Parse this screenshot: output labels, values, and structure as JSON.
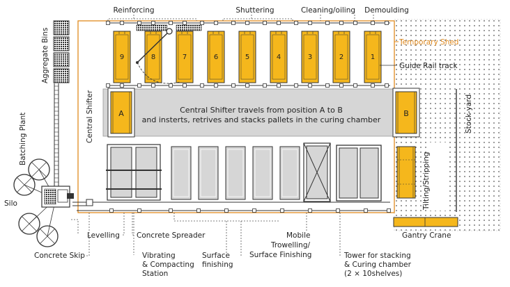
{
  "labels": {
    "reinforcing": "Reinforcing",
    "shuttering": "Shuttering",
    "cleaning": "Cleaning/oiling",
    "demoulding": "Demoulding",
    "temporary_shed": "Temporary Shed",
    "guide_rail": "Guide Rail track",
    "aggregate_bins": "Aggregate Bins",
    "central_shifter": "Central Shifter",
    "batching_plant": "Batching Plant",
    "silo": "Silo",
    "stock_yard": "Stock-yard",
    "tilting": "Tilting/Stripping",
    "central_line1": "Central Shifter travels from position A to B",
    "central_line2": "and insterts, retrives and stacks pallets in the curing chamber",
    "levelling": "Levelling",
    "concrete_spreader": "Concrete Spreader",
    "concrete_skip": "Concrete Skip",
    "vibrating1": "Vibrating",
    "vibrating2": "& Compacting",
    "vibrating3": "Station",
    "surface1": "Surface",
    "surface2": "finishing",
    "mobile1": "Mobile",
    "mobile2": "Trowelling/",
    "mobile3": "Surface Finishing",
    "tower1": "Tower for stacking",
    "tower2": "& Curing chamber",
    "tower3": "(2 × 10shelves)",
    "gantry": "Gantry Crane",
    "pos_a": "A",
    "pos_b": "B"
  },
  "pallets": [
    "9",
    "8",
    "7",
    "6",
    "5",
    "4",
    "3",
    "2",
    "1"
  ],
  "colors": {
    "yellow": "#F5B71C",
    "orange": "#E08A1E",
    "gray": "#D6D6D6",
    "dark": "#333333"
  }
}
